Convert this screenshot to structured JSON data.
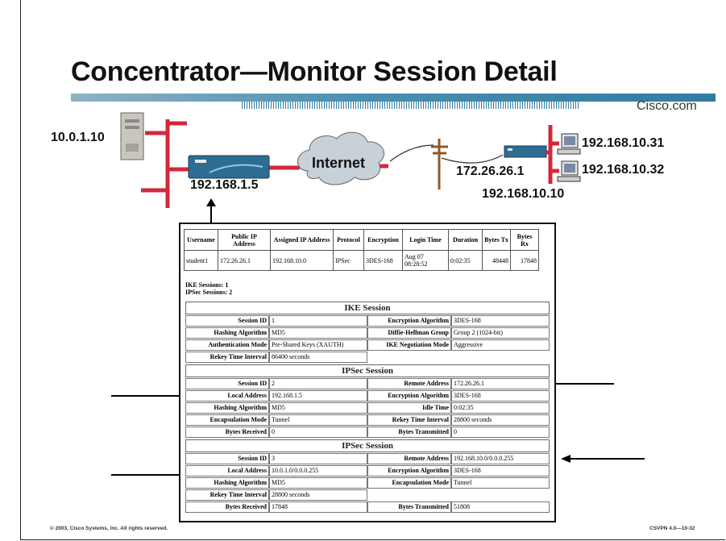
{
  "title": "Concentrator—Monitor Session Detail",
  "brand": "Cisco.com",
  "diagram": {
    "server_ip": "10.0.1.10",
    "concentrator_ip": "192.168.1.5",
    "internet_label": "Internet",
    "remote_public_ip": "172.26.26.1",
    "remote_private_ip": "192.168.10.10",
    "host1_ip": "192.168.10.31",
    "host2_ip": "192.168.10.32"
  },
  "session_table": {
    "headers": [
      "Username",
      "Public IP Address",
      "Assigned IP Address",
      "Protocol",
      "Encryption",
      "Login Time",
      "Duration",
      "Bytes Tx",
      "Bytes Rx"
    ],
    "row": [
      "student1",
      "172.26.26.1",
      "192.168.10.0",
      "IPSec",
      "3DES-168",
      "Aug 07 08:28:52",
      "0:02:35",
      "48448",
      "17848"
    ]
  },
  "counts": {
    "ike": "IKE Sessions: 1",
    "ipsec": "IPSec Sessions: 2"
  },
  "ike": {
    "title": "IKE Session",
    "rows": [
      [
        [
          "Session ID",
          "1"
        ],
        [
          "Encryption Algorithm",
          "3DES-168"
        ]
      ],
      [
        [
          "Hashing Algorithm",
          "MD5"
        ],
        [
          "Diffie-Hellman Group",
          "Group 2 (1024-bit)"
        ]
      ],
      [
        [
          "Authentication Mode",
          "Pre-Shared Keys (XAUTH)"
        ],
        [
          "IKE Negotiation Mode",
          "Aggressive"
        ]
      ],
      [
        [
          "Rekey Time Interval",
          "86400 seconds"
        ]
      ]
    ]
  },
  "ipsec1": {
    "title": "IPSec Session",
    "rows": [
      [
        [
          "Session ID",
          "2"
        ],
        [
          "Remote Address",
          "172.26.26.1"
        ]
      ],
      [
        [
          "Local Address",
          "192.168.1.5"
        ],
        [
          "Encryption Algorithm",
          "3DES-168"
        ]
      ],
      [
        [
          "Hashing Algorithm",
          "MD5"
        ],
        [
          "Idle Time",
          "0:02:35"
        ]
      ],
      [
        [
          "Encapsulation Mode",
          "Tunnel"
        ],
        [
          "Rekey Time Interval",
          "28800 seconds"
        ]
      ],
      [
        [
          "Bytes Received",
          "0"
        ],
        [
          "Bytes Transmitted",
          "0"
        ]
      ]
    ]
  },
  "ipsec2": {
    "title": "IPSec Session",
    "rows": [
      [
        [
          "Session ID",
          "3"
        ],
        [
          "Remote Address",
          "192.168.10.0/0.0.0.255"
        ]
      ],
      [
        [
          "Local Address",
          "10.0.1.0/0.0.0.255"
        ],
        [
          "Encryption Algorithm",
          "3DES-168"
        ]
      ],
      [
        [
          "Hashing Algorithm",
          "MD5"
        ],
        [
          "Encapsulation Mode",
          "Tunnel"
        ]
      ],
      [
        [
          "Rekey Time Interval",
          "28800 seconds"
        ]
      ],
      [
        [
          "Bytes Received",
          "17848"
        ],
        [
          "Bytes Transmitted",
          "51808"
        ]
      ]
    ]
  },
  "footer": {
    "copyright": "© 2003, Cisco Systems, Inc. All rights reserved.",
    "code": "CSVPN 4.0—10-32"
  }
}
